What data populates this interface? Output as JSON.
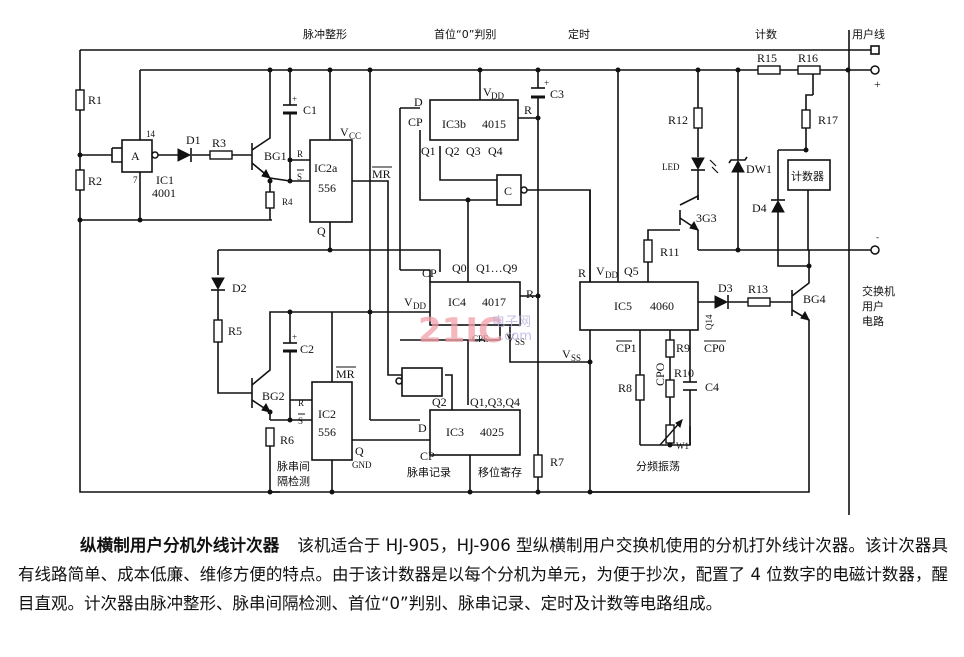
{
  "section_labels": {
    "pulse_shaping": "脉冲整形",
    "first_digit_zero": "首位“0”判别",
    "timing": "定时",
    "counting": "计数",
    "user_line": "用户线",
    "pulse_interval_detect_1": "脉串间",
    "pulse_interval_detect_2": "隔检测",
    "pulse_record": "脉串记录",
    "shift_register": "移位寄存",
    "divider_oscillator": "分频振荡",
    "exchange_1": "交换机",
    "exchange_2": "用户",
    "exchange_3": "电路",
    "counter_box": "计数器"
  },
  "components": {
    "R1": "R1",
    "R2": "R2",
    "R3": "R3",
    "R4": "R4",
    "R5": "R5",
    "R6": "R6",
    "R7": "R7",
    "R8": "R8",
    "R9": "R9",
    "R10": "R10",
    "R11": "R11",
    "R12": "R12",
    "R13": "R13",
    "R15": "R15",
    "R16": "R16",
    "R17": "R17",
    "C1": "C1",
    "C2": "C2",
    "C3": "C3",
    "C4": "C4",
    "D1": "D1",
    "D2": "D2",
    "D3": "D3",
    "D4": "D4",
    "DW1": "DW1",
    "LED": "LED",
    "W1": "W1",
    "BG1": "BG1",
    "BG2": "BG2",
    "BG3": "3G3",
    "BG4": "BG4"
  },
  "ics": {
    "ic1": {
      "gate": "A",
      "name": "IC1",
      "part": "4001",
      "pin14": "14",
      "pin7": "7"
    },
    "ic2a": {
      "name": "IC2a",
      "part": "556",
      "vcc": "V",
      "vcc_sub": "CC",
      "r": "R",
      "s": "S",
      "q": "Q",
      "mr": "MR"
    },
    "ic3b": {
      "name": "IC3b",
      "part": "4015",
      "d": "D",
      "cp": "CP",
      "vdd": "V",
      "vdd_sub": "DD",
      "r": "R",
      "q1": "Q1",
      "q2": "Q2",
      "q3": "Q3",
      "q4": "Q4"
    },
    "gate_c": {
      "name": "C"
    },
    "ic4": {
      "name": "IC4",
      "part": "4017",
      "cp": "CP",
      "q0": "Q0",
      "q19": "Q1…Q9",
      "vdd": "V",
      "vdd_sub": "DD",
      "r": "R",
      "cpe": "CPE",
      "vss": "V",
      "vss_sub": "SS"
    },
    "ic5": {
      "name": "IC5",
      "part": "4060",
      "r": "R",
      "vdd": "V",
      "vdd_sub": "DD",
      "q5": "Q5",
      "q14": "Q14",
      "cp1": "CP1",
      "cp0": "CP0",
      "cpo": "CPO",
      "vss": "V",
      "vss_sub": "SS"
    },
    "ic2": {
      "name": "IC2",
      "part": "556",
      "r": "R",
      "s": "S",
      "mr": "MR",
      "q": "Q",
      "gnd": "GND"
    },
    "ic3": {
      "name": "IC3",
      "part": "4025",
      "d": "D",
      "cp": "CP",
      "q2": "Q2",
      "q134": "Q1,Q3,Q4"
    }
  },
  "terminals": {
    "plus": "+",
    "minus": "-"
  },
  "watermark": {
    "main": "21IC",
    "cn": "电子网",
    "sub": ".com"
  },
  "caption": {
    "title": "纵横制用户分机外线计次器",
    "body": "该机适合于 HJ-905，HJ-906 型纵横制用户交换机使用的分机打外线计次器。该计次器具有线路简单、成本低廉、维修方便的特点。由于该计数器是以每个分机为单元，为便于抄次，配置了 4 位数字的电磁计数器，醒目直观。计次器由脉冲整形、脉串间隔检测、首位“0”判别、脉串记录、定时及计数等电路组成。"
  }
}
